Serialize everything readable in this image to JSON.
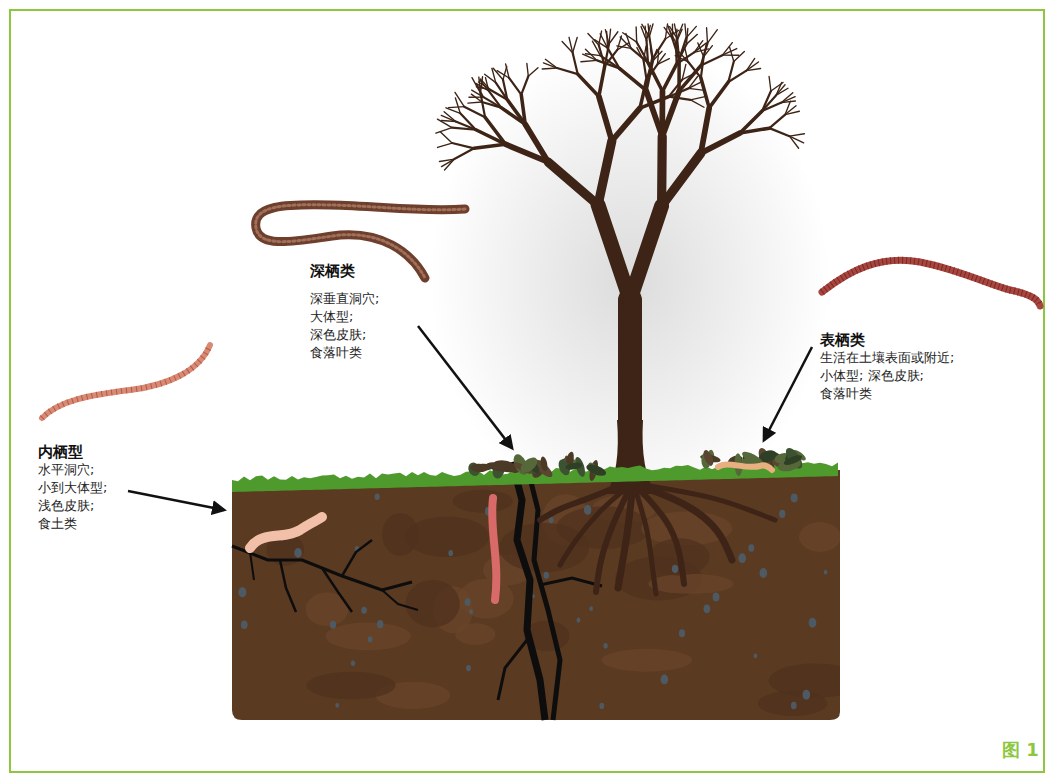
{
  "diagram": {
    "labels": [
      "深栖类",
      "深垂直洞穴; 大体型; 深色皮肤; 食落叶类",
      "表栖类",
      "生活在土壤表面或附近; 小体型; 深色皮肤; 食落叶类",
      "内栖型",
      "水平洞穴; 小到大体型; 浅色皮肤; 食土类",
      "图 1"
    ]
  }
}
